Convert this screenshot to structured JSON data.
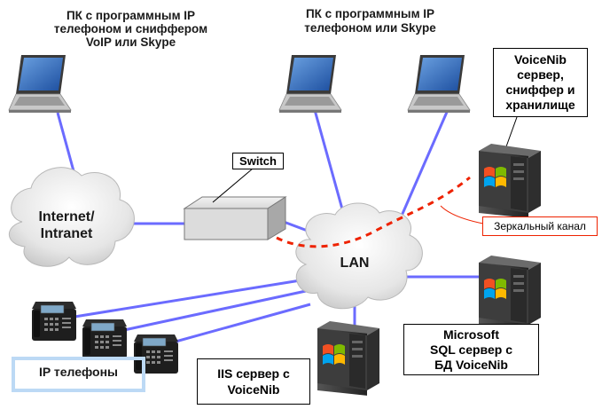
{
  "labels": {
    "pc_voip_sniffer": "ПК с программным IP\nтелефоном и сниффером\nVoIP или Skype",
    "pc_voip": "ПК с программным IP\nтелефоном или Skype",
    "voicenib_server": "VoiceNib\nсервер,\nсниффер и\nхранилище",
    "switch": "Switch",
    "internet": "Internet/\nIntranet",
    "lan": "LAN",
    "mirror_channel": "Зеркальный канал",
    "sql_server": "Microsoft\nSQL сервер с\nБД VoiceNib",
    "iis_server": "IIS сервер с\nVoiceNib",
    "ip_phones": "IP телефоны"
  },
  "colors": {
    "link": "#6b6bff",
    "mirror": "#ee2200",
    "phones_frame": "#bcd9f5"
  }
}
